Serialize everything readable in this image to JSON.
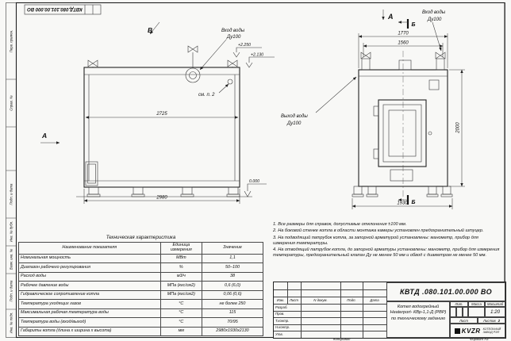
{
  "stamps": {
    "top_inverted": "КВТД.080.101.00.000 ВО",
    "left_column": [
      "Перв. примен.",
      "Справ. №",
      "Подп. и дата",
      "Инв. № дубл.",
      "Взам. инв. №",
      "Подп. и дата",
      "Инв. № подл."
    ]
  },
  "drawing": {
    "left": {
      "marker_b": "В",
      "marker_a": "А",
      "inlet_1": "Вход воды",
      "inlet_2": "Ду100",
      "outlet_1": "Выход воды",
      "outlet_2": "Ду100",
      "see_note": "см. п. 2",
      "elev_top": "+2.250",
      "elev_mid": "+2.130",
      "elev_zero": "0.000",
      "dim_inner": "2725",
      "dim_total": "2980"
    },
    "right": {
      "marker_a": "А",
      "marker_b_top": "Б",
      "marker_b_bottom": "Б",
      "inlet_1": "Вход воды",
      "inlet_2": "Ду100",
      "dim_top": "1770",
      "dim_nozzles": "1560",
      "dim_height": "2000",
      "dim_base": "1930"
    }
  },
  "notes": {
    "items": [
      "1. Все размеры для справок, допустимые отклонения ±100 мм.",
      "2. На боковой стенке котла в области монтажа камеры установлен предохранительный штуцер.",
      "3. На подводящий патрубок котла, за запорной арматурой установлены: манометр, прибор для измерения температуры.",
      "4. На отводящий патрубок котла, до запорной арматуры установлены: манометр, прибор для измерения температуры, предохранительный клапан Ду не менее 50 мм и обвод с диаметром не менее 50 мм."
    ]
  },
  "tech_table": {
    "title": "Техническая характеристика",
    "headers": {
      "name": "Наименование показателя",
      "unit": "Единица измерения",
      "value": "Значение"
    },
    "rows": [
      {
        "name": "Номинальная мощность",
        "unit": "МВт",
        "value": "1,1"
      },
      {
        "name": "Диапазон рабочего регулирования",
        "unit": "%",
        "value": "50–100"
      },
      {
        "name": "Расход воды",
        "unit": "м3/ч",
        "value": "38"
      },
      {
        "name": "Рабочее давление воды",
        "unit": "МПа (кгс/см2)",
        "value": "0,6 (6,0)"
      },
      {
        "name": "Гидравлическое сопротивление котла",
        "unit": "МПа (кгс/см2)",
        "value": "0,06 (0,6)"
      },
      {
        "name": "Температура уходящих газов",
        "unit": "°С",
        "value": "не более 250"
      },
      {
        "name": "Максимальная рабочая температура воды",
        "unit": "°С",
        "value": "115"
      },
      {
        "name": "Температура воды (вход/выход)",
        "unit": "°С",
        "value": "70/95"
      },
      {
        "name": "Габариты котла (длина х ширина х высота)",
        "unit": "мм",
        "value": "2980х1930х2130"
      }
    ]
  },
  "title_block": {
    "doc_number": "КВТД .080.101.00.000 ВО",
    "product_name": "Котел водогрейный Heaterport- КВр-1,1-Д (РВР) по техническому заданию",
    "header_cells": [
      "Изм.",
      "Лист",
      "N докум.",
      "Подп.",
      "Дата"
    ],
    "roles": [
      "Разраб.",
      "Пров.",
      "Т.контр.",
      "Н.контр.",
      "Утв."
    ],
    "lit_label": "Лит.",
    "mass_label": "Масса",
    "scale_label": "Масштаб",
    "scale_value": "1:20",
    "sheet_label": "Лист",
    "sheets_label": "Листов",
    "sheets_value": "2",
    "company_logo": "KVZR",
    "company_line1": "КОТЕЛЬНЫЙ",
    "company_line2": "ЗАВОД РЭП"
  },
  "meta": {
    "copied_note": "Копировал",
    "format_note": "Формат А3"
  }
}
